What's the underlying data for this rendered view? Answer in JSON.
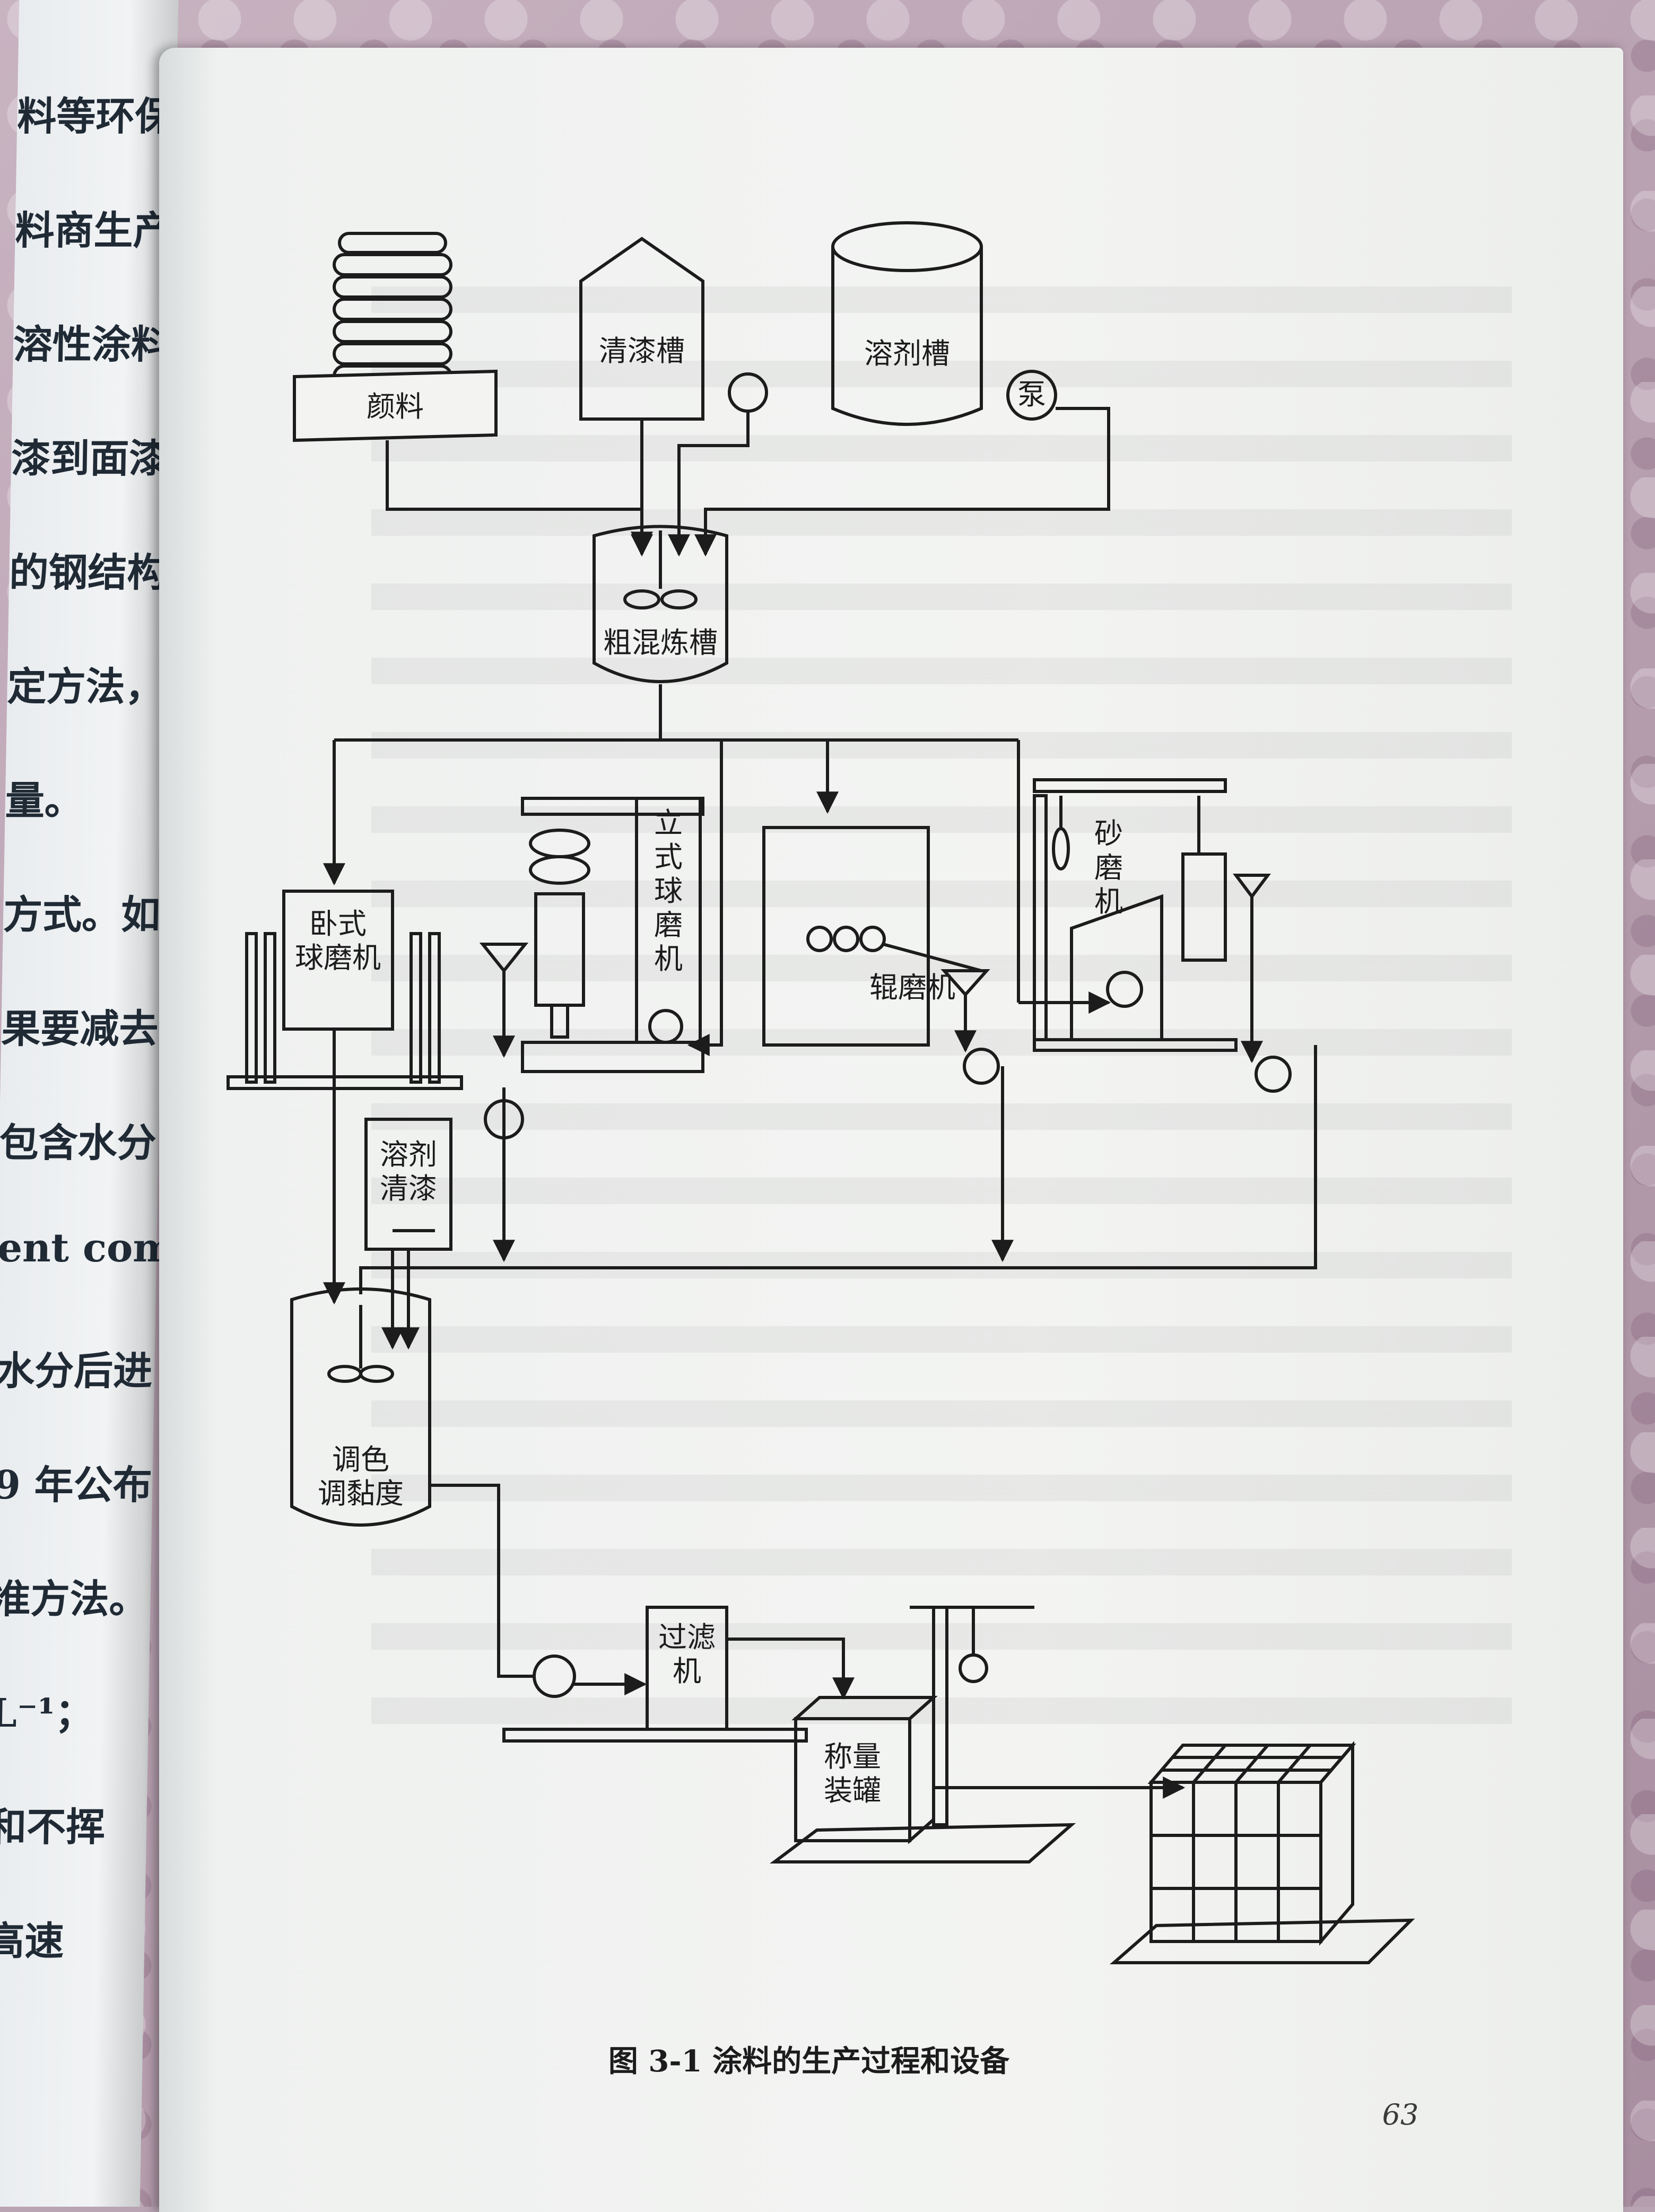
{
  "left_page": {
    "fragments": [
      "料等环保型",
      "料商生产的",
      "溶性涂料中",
      "漆到面漆已",
      "的钢结构",
      "定方法，根",
      "量。",
      "方式。如",
      "果要减去",
      "包含水分",
      "ent com-",
      "水分后进",
      "9 年公布",
      "准方法。",
      "L⁻¹；",
      "和不挥",
      "高速"
    ]
  },
  "diagram": {
    "labels": {
      "pigment": "颜料",
      "varnish_tank": "清漆槽",
      "solvent_tank": "溶剂槽",
      "pump": "泵",
      "premix_tank": "粗混炼槽",
      "horizontal_ball_mill": "卧式\n球磨机",
      "vertical_ball_mill": "立式\n球磨机",
      "roller_mill": "辊磨机",
      "sand_mill": "砂磨机",
      "solvent_varnish": "溶剂\n清漆",
      "tinting_tank": "调色\n调黏度",
      "filter": "过滤\n机",
      "weigh_fill": "称量\n装罐"
    }
  },
  "caption": "图 3-1    涂料的生产过程和设备",
  "page_number": "63"
}
